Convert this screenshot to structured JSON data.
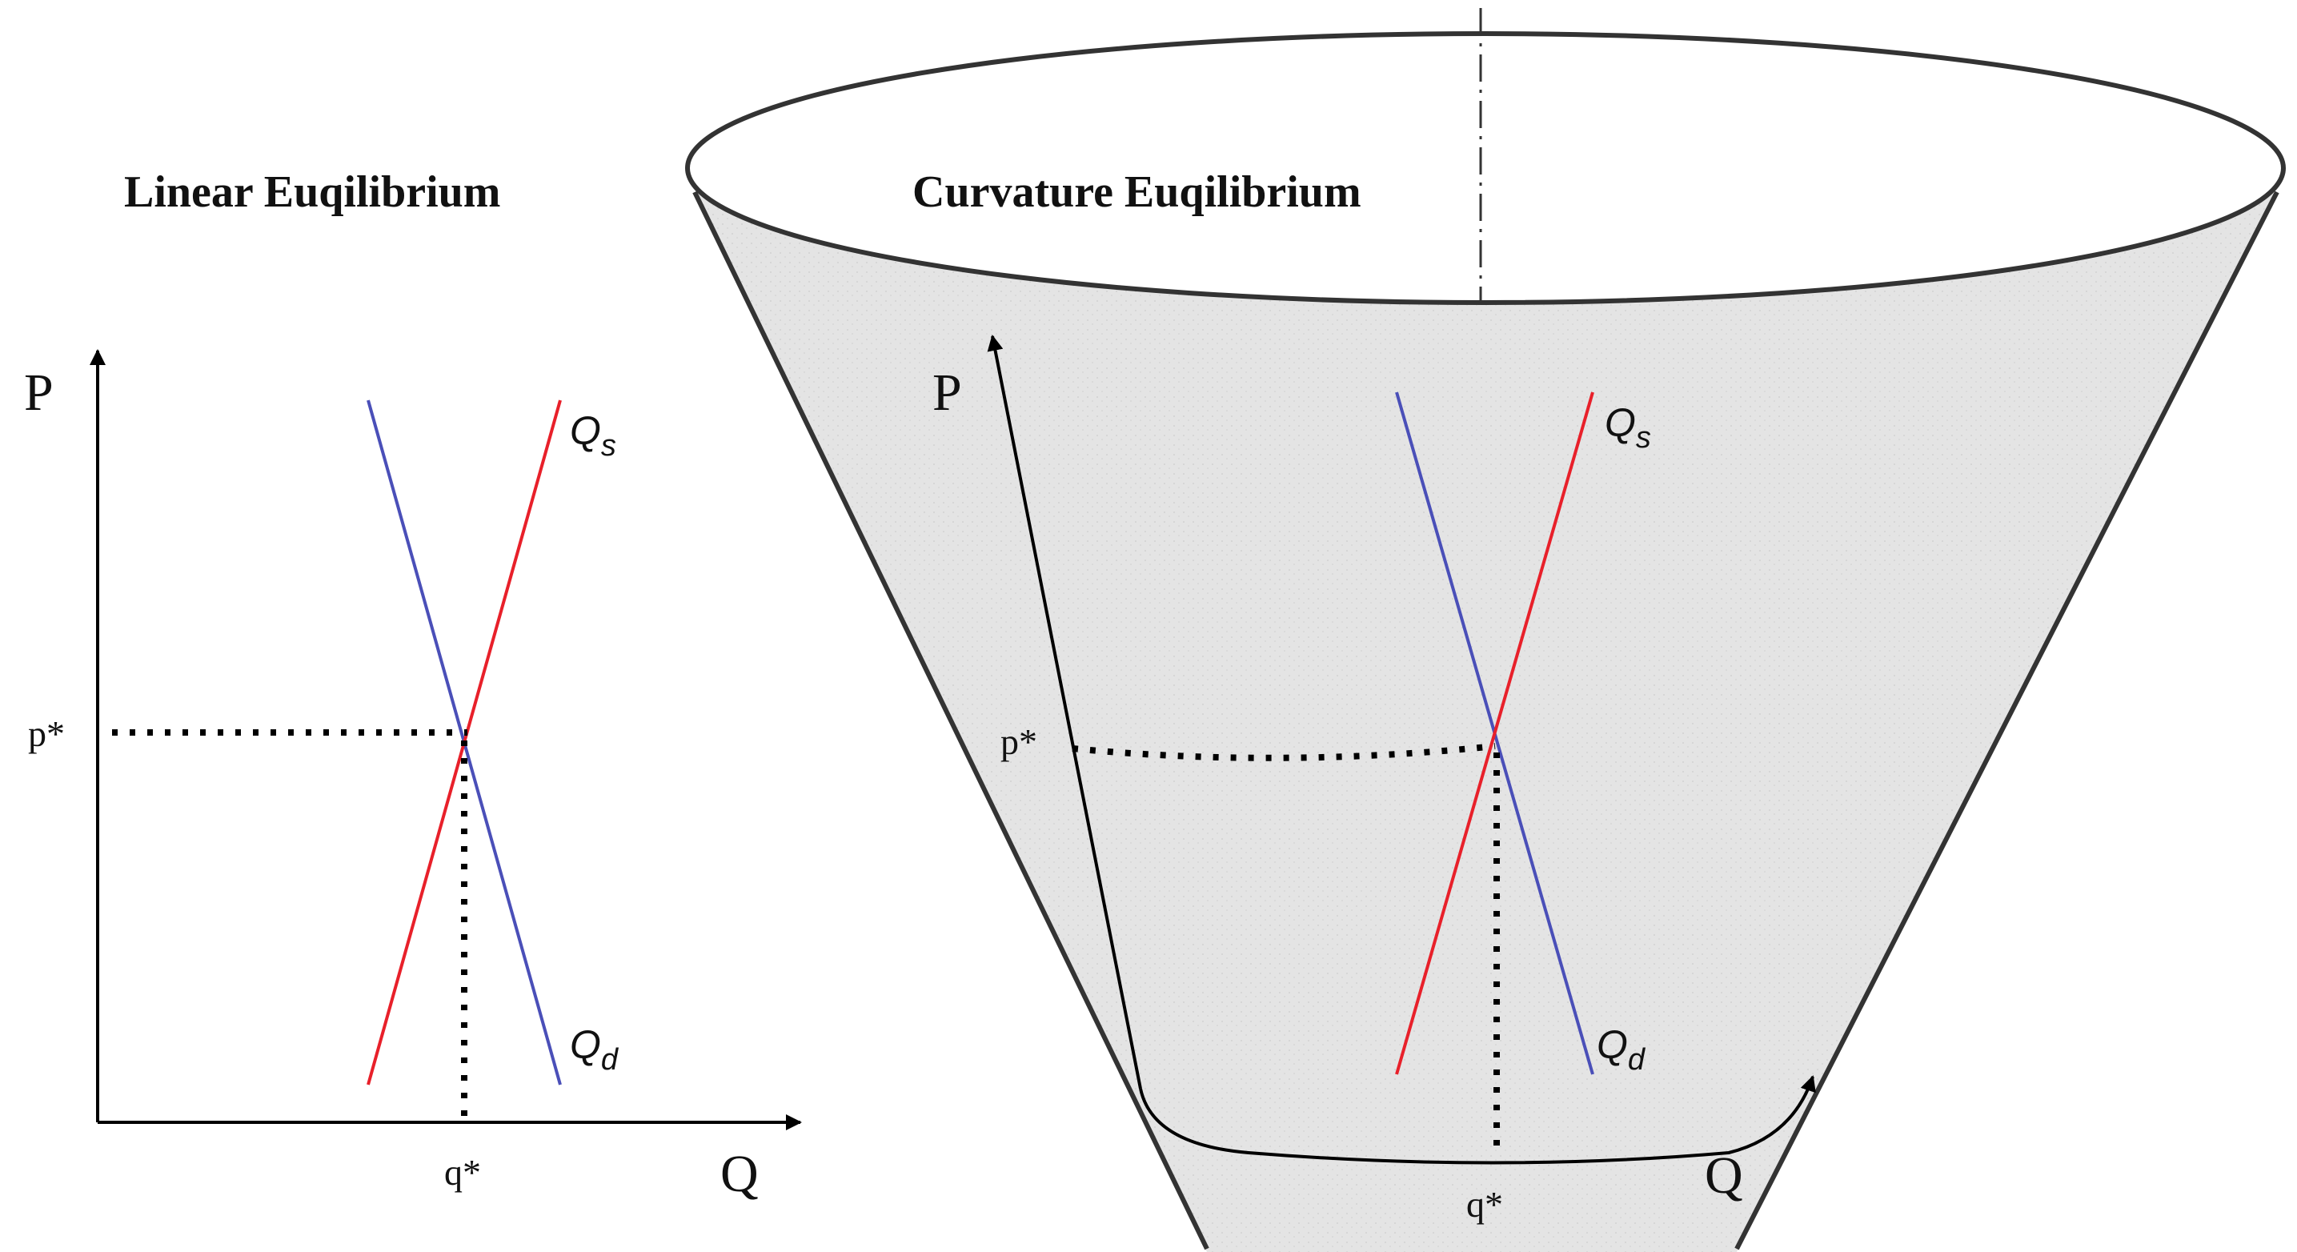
{
  "linear": {
    "title": "Linear Euqilibrium",
    "y_axis_label": "P",
    "x_axis_label": "Q",
    "price_label": "p*",
    "quantity_label": "q*",
    "supply": {
      "main": "Q",
      "sub": "s"
    },
    "demand": {
      "main": "Q",
      "sub": "d"
    }
  },
  "curvature": {
    "title": "Curvature Euqilibrium",
    "y_axis_label": "P",
    "x_axis_label": "Q",
    "price_label": "p*",
    "quantity_label": "q*",
    "supply": {
      "main": "Q",
      "sub": "s"
    },
    "demand": {
      "main": "Q",
      "sub": "d"
    }
  },
  "colors": {
    "supply": "#e8202a",
    "demand": "#4a4fb8",
    "axis": "#000000",
    "cone_fill": "#e6e6e6",
    "cone_stroke": "#333333"
  }
}
